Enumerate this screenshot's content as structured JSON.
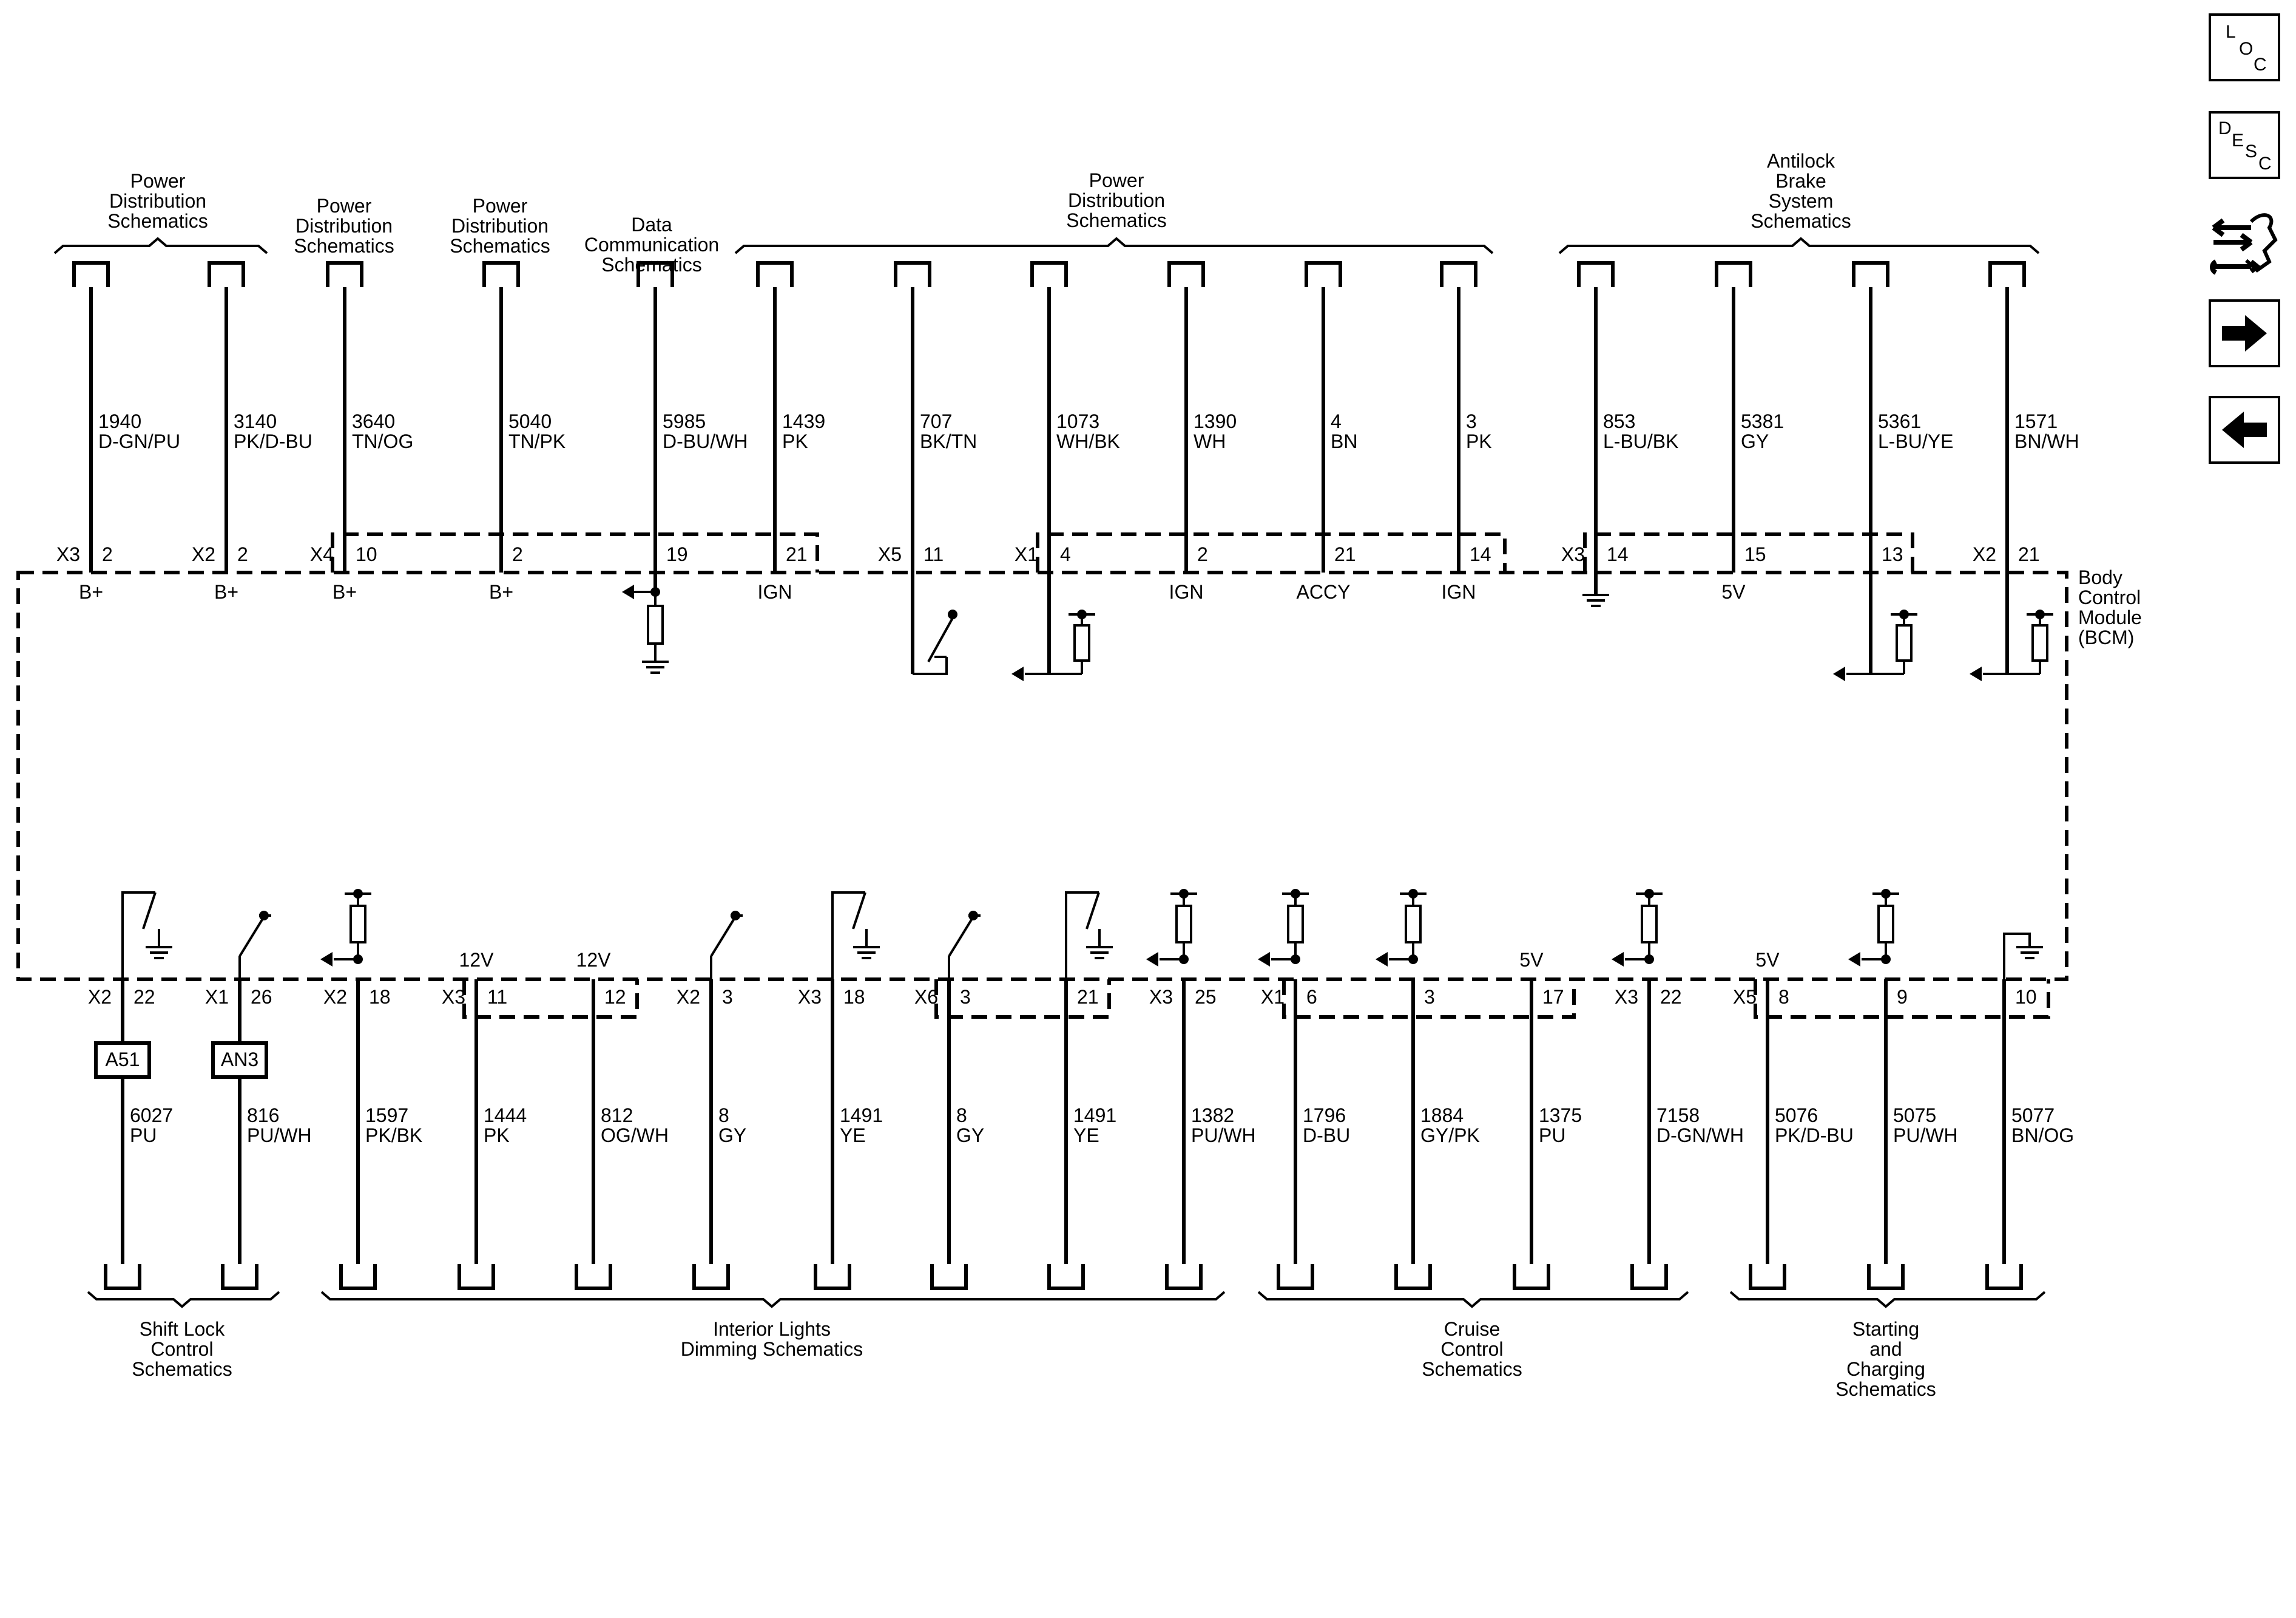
{
  "top_groups": [
    {
      "id": "pd1",
      "label": "Power\nDistribution\nSchematics"
    },
    {
      "id": "pd2",
      "label": "Power\nDistribution\nSchematics"
    },
    {
      "id": "pd3",
      "label": "Power\nDistribution\nSchematics"
    },
    {
      "id": "dc",
      "label": "Data\nCommunication\nSchematics"
    },
    {
      "id": "pd4",
      "label": "Power\nDistribution\nSchematics"
    },
    {
      "id": "abs",
      "label": "Antilock\nBrake\nSystem\nSchematics"
    }
  ],
  "bottom_groups": [
    {
      "id": "sl",
      "label": "Shift Lock\nControl\nSchematics"
    },
    {
      "id": "il",
      "label": "Interior Lights\nDimming Schematics"
    },
    {
      "id": "cc",
      "label": "Cruise\nControl\nSchematics"
    },
    {
      "id": "sc",
      "label": "Starting\nand\nCharging\nSchematics"
    }
  ],
  "module": {
    "label": "Body\nControl\nModule\n(BCM)"
  },
  "top_circuits": [
    {
      "circuit": "1940",
      "color": "D-GN/PU",
      "connector": "X3",
      "pin": "2",
      "inner": "B+"
    },
    {
      "circuit": "3140",
      "color": "PK/D-BU",
      "connector": "X2",
      "pin": "2",
      "inner": "B+"
    },
    {
      "circuit": "3640",
      "color": "TN/OG",
      "connector": "X4",
      "pin": "10",
      "inner": "B+"
    },
    {
      "circuit": "5040",
      "color": "TN/PK",
      "connector": "",
      "pin": "2",
      "inner": "B+"
    },
    {
      "circuit": "5985",
      "color": "D-BU/WH",
      "connector": "",
      "pin": "19",
      "inner": ""
    },
    {
      "circuit": "1439",
      "color": "PK",
      "connector": "",
      "pin": "21",
      "inner": "IGN"
    },
    {
      "circuit": "707",
      "color": "BK/TN",
      "connector": "X5",
      "pin": "11",
      "inner": ""
    },
    {
      "circuit": "1073",
      "color": "WH/BK",
      "connector": "X1",
      "pin": "4",
      "inner": ""
    },
    {
      "circuit": "1390",
      "color": "WH",
      "connector": "",
      "pin": "2",
      "inner": "IGN"
    },
    {
      "circuit": "4",
      "color": "BN",
      "connector": "",
      "pin": "21",
      "inner": "ACCY"
    },
    {
      "circuit": "3",
      "color": "PK",
      "connector": "",
      "pin": "14",
      "inner": "IGN"
    },
    {
      "circuit": "853",
      "color": "L-BU/BK",
      "connector": "X3",
      "pin": "14",
      "inner": ""
    },
    {
      "circuit": "5381",
      "color": "GY",
      "connector": "",
      "pin": "15",
      "inner": "5V"
    },
    {
      "circuit": "5361",
      "color": "L-BU/YE",
      "connector": "",
      "pin": "13",
      "inner": ""
    },
    {
      "circuit": "1571",
      "color": "BN/WH",
      "connector": "X2",
      "pin": "21",
      "inner": ""
    }
  ],
  "bottom_circuits": [
    {
      "circuit": "6027",
      "color": "PU",
      "connector": "X2",
      "pin": "22",
      "inner": "",
      "component": "A51"
    },
    {
      "circuit": "816",
      "color": "PU/WH",
      "connector": "X1",
      "pin": "26",
      "inner": "",
      "component": "AN3"
    },
    {
      "circuit": "1597",
      "color": "PK/BK",
      "connector": "X2",
      "pin": "18",
      "inner": "",
      "component": ""
    },
    {
      "circuit": "1444",
      "color": "PK",
      "connector": "X3",
      "pin": "11",
      "inner": "12V",
      "component": ""
    },
    {
      "circuit": "812",
      "color": "OG/WH",
      "connector": "",
      "pin": "12",
      "inner": "12V",
      "component": ""
    },
    {
      "circuit": "8",
      "color": "GY",
      "connector": "X2",
      "pin": "3",
      "inner": "",
      "component": ""
    },
    {
      "circuit": "1491",
      "color": "YE",
      "connector": "X3",
      "pin": "18",
      "inner": "",
      "component": ""
    },
    {
      "circuit": "8",
      "color": "GY",
      "connector": "X6",
      "pin": "3",
      "inner": "",
      "component": ""
    },
    {
      "circuit": "1491",
      "color": "YE",
      "connector": "",
      "pin": "21",
      "inner": "",
      "component": ""
    },
    {
      "circuit": "1382",
      "color": "PU/WH",
      "connector": "X3",
      "pin": "25",
      "inner": "",
      "component": ""
    },
    {
      "circuit": "1796",
      "color": "D-BU",
      "connector": "X1",
      "pin": "6",
      "inner": "",
      "component": ""
    },
    {
      "circuit": "1884",
      "color": "GY/PK",
      "connector": "",
      "pin": "3",
      "inner": "",
      "component": ""
    },
    {
      "circuit": "1375",
      "color": "PU",
      "connector": "",
      "pin": "17",
      "inner": "5V",
      "component": ""
    },
    {
      "circuit": "7158",
      "color": "D-GN/WH",
      "connector": "X3",
      "pin": "22",
      "inner": "",
      "component": ""
    },
    {
      "circuit": "5076",
      "color": "PK/D-BU",
      "connector": "X5",
      "pin": "8",
      "inner": "5V",
      "component": ""
    },
    {
      "circuit": "5075",
      "color": "PU/WH",
      "connector": "",
      "pin": "9",
      "inner": "",
      "component": ""
    },
    {
      "circuit": "5077",
      "color": "BN/OG",
      "connector": "",
      "pin": "10",
      "inner": "",
      "component": ""
    }
  ],
  "nav": {
    "loc": {
      "l1": "L",
      "l2": "O",
      "l3": "C"
    },
    "desc": {
      "l1": "D",
      "l2": "E",
      "l3": "S",
      "l4": "C"
    }
  }
}
